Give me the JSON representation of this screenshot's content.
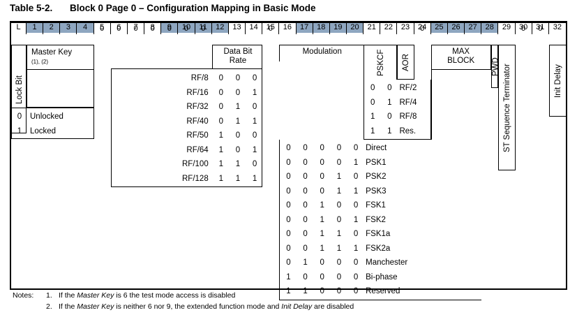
{
  "title": {
    "number": "Table 5-2.",
    "text": "Block 0 Page 0 – Configuration Mapping in Basic Mode"
  },
  "colors": {
    "shaded_header": "#8ea6c0",
    "border": "#000000",
    "background": "#ffffff"
  },
  "header": {
    "lock_label": "L",
    "columns": [
      "1",
      "2",
      "3",
      "4",
      "5",
      "6",
      "7",
      "8",
      "9",
      "10",
      "11",
      "12",
      "13",
      "14",
      "15",
      "16",
      "17",
      "18",
      "19",
      "20",
      "21",
      "22",
      "23",
      "24",
      "25",
      "26",
      "27",
      "28",
      "29",
      "30",
      "31",
      "32"
    ],
    "shaded_columns": [
      "1",
      "2",
      "3",
      "4",
      "9",
      "10",
      "11",
      "12",
      "17",
      "18",
      "19",
      "20",
      "25",
      "26",
      "27",
      "28"
    ]
  },
  "zero_row": {
    "values": {
      "5": "0",
      "6": "0",
      "7": "0",
      "8": "0",
      "9": "0",
      "10": "0",
      "11": "0",
      "15": "0",
      "24": "0",
      "30": "0",
      "31": "0"
    }
  },
  "fields": {
    "lock_bit": "Lock Bit",
    "master_key": "Master Key",
    "master_key_notes": "(1), (2)",
    "data_bit_rate": "Data Bit\nRate",
    "data_bit_rate_l1": "Data Bit",
    "data_bit_rate_l2": "Rate",
    "modulation": "Modulation",
    "pskcf": "PSKCF",
    "aor": "AOR",
    "max_block_l1": "MAX",
    "max_block_l2": "BLOCK",
    "pwd": "PWD",
    "st_sequence_terminator": "ST Sequence Terminator",
    "init_delay": "Init Delay"
  },
  "lock_bit_table": {
    "rows": [
      {
        "bit": "0",
        "label": "Unlocked"
      },
      {
        "bit": "1",
        "label": "Locked"
      }
    ]
  },
  "data_bit_rate_table": {
    "rows": [
      {
        "name": "RF/8",
        "bits": [
          "0",
          "0",
          "0"
        ]
      },
      {
        "name": "RF/16",
        "bits": [
          "0",
          "0",
          "1"
        ]
      },
      {
        "name": "RF/32",
        "bits": [
          "0",
          "1",
          "0"
        ]
      },
      {
        "name": "RF/40",
        "bits": [
          "0",
          "1",
          "1"
        ]
      },
      {
        "name": "RF/50",
        "bits": [
          "1",
          "0",
          "0"
        ]
      },
      {
        "name": "RF/64",
        "bits": [
          "1",
          "0",
          "1"
        ]
      },
      {
        "name": "RF/100",
        "bits": [
          "1",
          "1",
          "0"
        ]
      },
      {
        "name": "RF/128",
        "bits": [
          "1",
          "1",
          "1"
        ]
      }
    ]
  },
  "pskcf_table": {
    "rows": [
      {
        "bits": [
          "0",
          "0"
        ],
        "name": "RF/2"
      },
      {
        "bits": [
          "0",
          "1"
        ],
        "name": "RF/4"
      },
      {
        "bits": [
          "1",
          "0"
        ],
        "name": "RF/8"
      },
      {
        "bits": [
          "1",
          "1"
        ],
        "name": "Res."
      }
    ]
  },
  "modulation_table": {
    "rows": [
      {
        "bits": [
          "0",
          "0",
          "0",
          "0",
          "0"
        ],
        "name": "Direct"
      },
      {
        "bits": [
          "0",
          "0",
          "0",
          "0",
          "1"
        ],
        "name": "PSK1"
      },
      {
        "bits": [
          "0",
          "0",
          "0",
          "1",
          "0"
        ],
        "name": "PSK2"
      },
      {
        "bits": [
          "0",
          "0",
          "0",
          "1",
          "1"
        ],
        "name": "PSK3"
      },
      {
        "bits": [
          "0",
          "0",
          "1",
          "0",
          "0"
        ],
        "name": "FSK1"
      },
      {
        "bits": [
          "0",
          "0",
          "1",
          "0",
          "1"
        ],
        "name": "FSK2"
      },
      {
        "bits": [
          "0",
          "0",
          "1",
          "1",
          "0"
        ],
        "name": "FSK1a"
      },
      {
        "bits": [
          "0",
          "0",
          "1",
          "1",
          "1"
        ],
        "name": "FSK2a"
      },
      {
        "bits": [
          "0",
          "1",
          "0",
          "0",
          "0"
        ],
        "name": "Manchester"
      },
      {
        "bits": [
          "1",
          "0",
          "0",
          "0",
          "0"
        ],
        "name": "Bi-phase"
      },
      {
        "bits": [
          "1",
          "1",
          "0",
          "0",
          "0"
        ],
        "name": "Reserved"
      }
    ]
  },
  "notes": {
    "label": "Notes:",
    "items": [
      {
        "number": "1.",
        "pre": "If the ",
        "em1": "Master Key",
        "mid": " is 6 the test mode access is disabled",
        "em2": "",
        "post": ""
      },
      {
        "number": "2.",
        "pre": "If the ",
        "em1": "Master Key",
        "mid": " is neither 6 nor 9, the extended function mode and ",
        "em2": "Init Delay",
        "post": " are disabled"
      }
    ]
  }
}
